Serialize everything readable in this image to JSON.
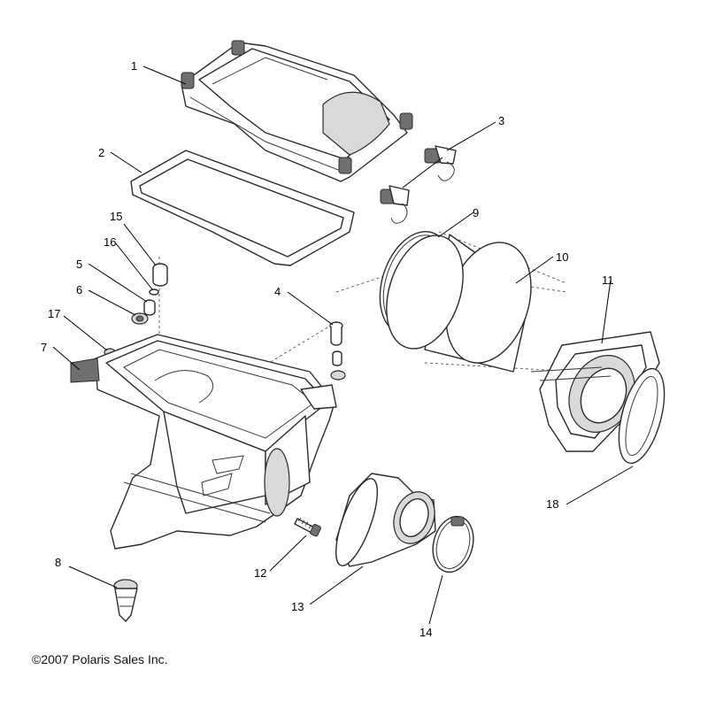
{
  "callouts": {
    "c1": "1",
    "c2": "2",
    "c3": "3",
    "c4": "4",
    "c5": "5",
    "c6": "6",
    "c7": "7",
    "c8": "8",
    "c9": "9",
    "c10": "10",
    "c11": "11",
    "c12": "12",
    "c13": "13",
    "c14": "14",
    "c15": "15",
    "c16": "16",
    "c17": "17",
    "c18": "18"
  },
  "copyright": "©2007 Polaris Sales Inc."
}
